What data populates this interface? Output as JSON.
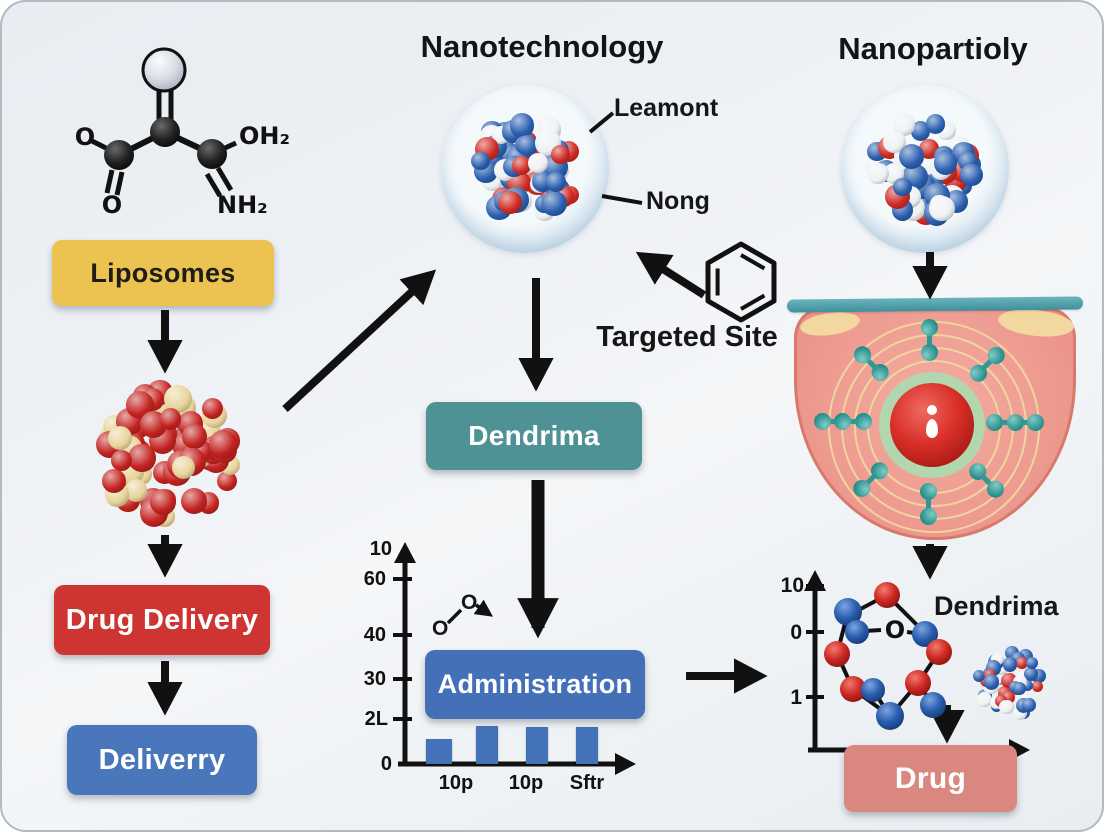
{
  "titles": {
    "nanotechnology": "Nanotechnology",
    "nanoparticle": "Nanopartioly"
  },
  "molecule_top_left": {
    "o_left": "O",
    "o_bottom": "O",
    "oh2": "OH₂",
    "nh2": "NH₂"
  },
  "left_flow": {
    "liposomes": "Liposomes",
    "drug_delivery": "Drug Delivery",
    "deliverry": "Deliverry"
  },
  "center_flow": {
    "label_leamont": "Leamont",
    "label_nong": "Nong",
    "targeted_site": "Targeted Site",
    "dendrima": "Dendrima",
    "administration": "Administration"
  },
  "right_flow": {
    "dendrima": "Dendrima",
    "drug": "Drug",
    "molecule_o": "O"
  },
  "chart_data": [
    {
      "id": "administration-bar-chart",
      "type": "bar",
      "y_tick_labels": [
        "10",
        "60",
        "40",
        "30",
        "2L",
        "0"
      ],
      "categories": [
        "10p",
        "10p",
        "Sftr"
      ],
      "values": [
        11,
        17,
        16.5,
        16.5
      ],
      "bar_color": "#4472b8",
      "annotation_atoms": [
        "O",
        "O"
      ],
      "grid": false,
      "legend": null
    },
    {
      "id": "release-axes",
      "type": "axes-only",
      "y_tick_labels": [
        "10",
        "0",
        "1"
      ],
      "categories": [],
      "values": []
    }
  ],
  "colors": {
    "accent_yellow": "#ecc351",
    "accent_red": "#ce3432",
    "accent_blue": "#4a77bc",
    "accent_teal": "#4f9295",
    "admin_blue": "#4470b8",
    "drug_salmon": "#d9877f",
    "sphere_blue": "#2a5fb0",
    "sphere_red": "#cf2a23",
    "sphere_white": "#eef1f3",
    "cluster_red": "#c32320",
    "cluster_cream": "#e8d49a",
    "cell_body": "#ee9c92",
    "cell_membrane": "#4f9aa8",
    "receptor_teal": "#2f9894",
    "nucleus_red": "#c4201d",
    "ring_cream": "#f0d5a0",
    "arrow_black": "#111111"
  }
}
